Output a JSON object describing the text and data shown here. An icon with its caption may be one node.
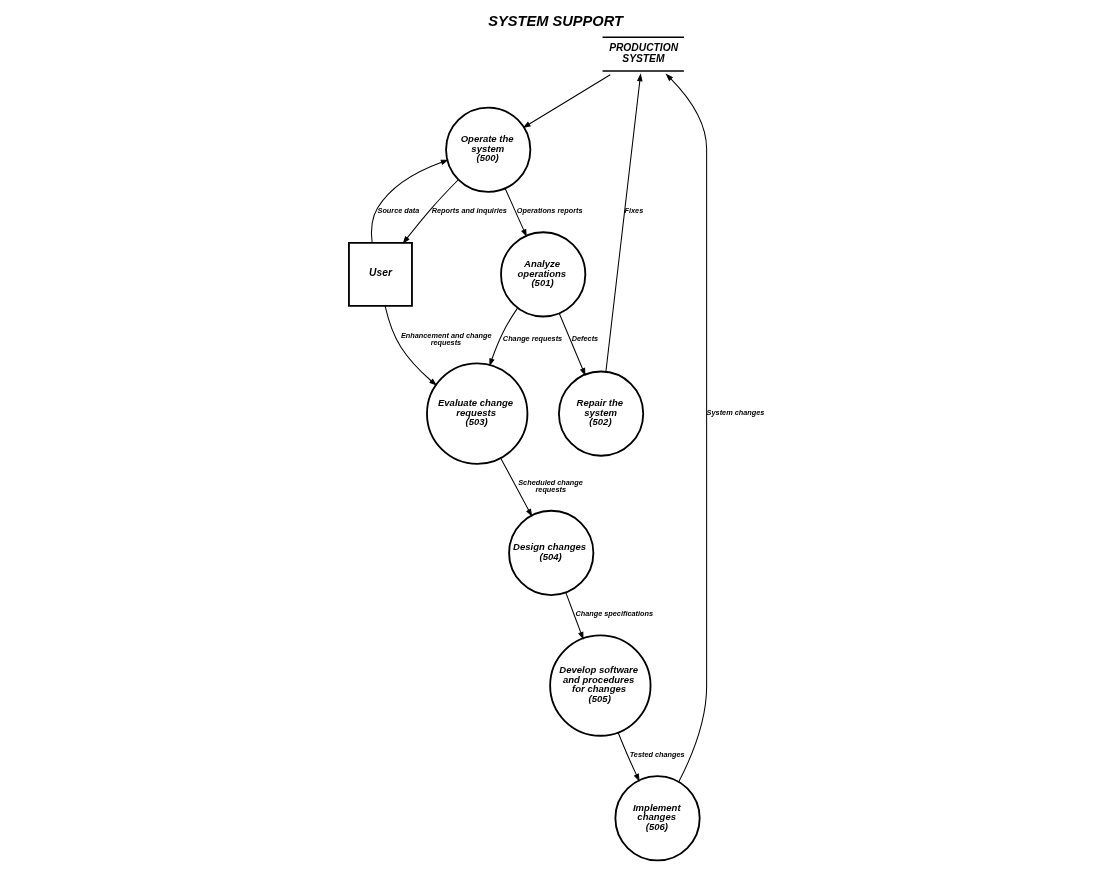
{
  "diagram": {
    "title": "SYSTEM SUPPORT",
    "nodes": [
      {
        "text": [
          "PRODUCTION SYSTEM"
        ]
      },
      {
        "text": [
          "Operate the system",
          "(500)"
        ]
      },
      {
        "text": [
          "Analyze operations",
          "(501)"
        ]
      },
      {
        "text": [
          "Repair the system",
          "(502)"
        ]
      },
      {
        "text": [
          "User"
        ]
      },
      {
        "text": [
          "Evaluate change requests",
          "(503)"
        ]
      },
      {
        "text": [
          "Design changes",
          "(504)"
        ]
      },
      {
        "text": [
          "Develop software and procedures for changes",
          "(505)"
        ]
      },
      {
        "text": [
          "Implement changes",
          "(506)"
        ]
      }
    ],
    "edges": [
      {
        "from": 0,
        "to": 1,
        "arrow": "to"
      },
      {
        "from": 1,
        "to": 2,
        "arrow": "to",
        "label": "Operations reports"
      },
      {
        "from": 1,
        "to": 4,
        "arrow": "to",
        "label": "Reports and inquiries"
      },
      {
        "from": 4,
        "to": 1,
        "arrow": "to",
        "label": "Source data"
      },
      {
        "from": 2,
        "to": 3,
        "arrow": "to",
        "label": "Defects"
      },
      {
        "from": 3,
        "to": 0,
        "arrow": "to",
        "label": "Fixes"
      },
      {
        "from": 2,
        "to": 5,
        "arrow": "to",
        "label": "Change requests"
      },
      {
        "from": 4,
        "to": 5,
        "arrow": "to",
        "label": "Enhancement and change requests"
      },
      {
        "from": 5,
        "to": 6,
        "arrow": "to",
        "label": "Scheduled change requests"
      },
      {
        "from": 6,
        "to": 7,
        "arrow": "to",
        "label": "Change specifications"
      },
      {
        "from": 7,
        "to": 8,
        "arrow": "to",
        "label": "Tested changes"
      },
      {
        "from": 8,
        "to": 0,
        "arrow": "to",
        "label": "System changes"
      }
    ]
  }
}
